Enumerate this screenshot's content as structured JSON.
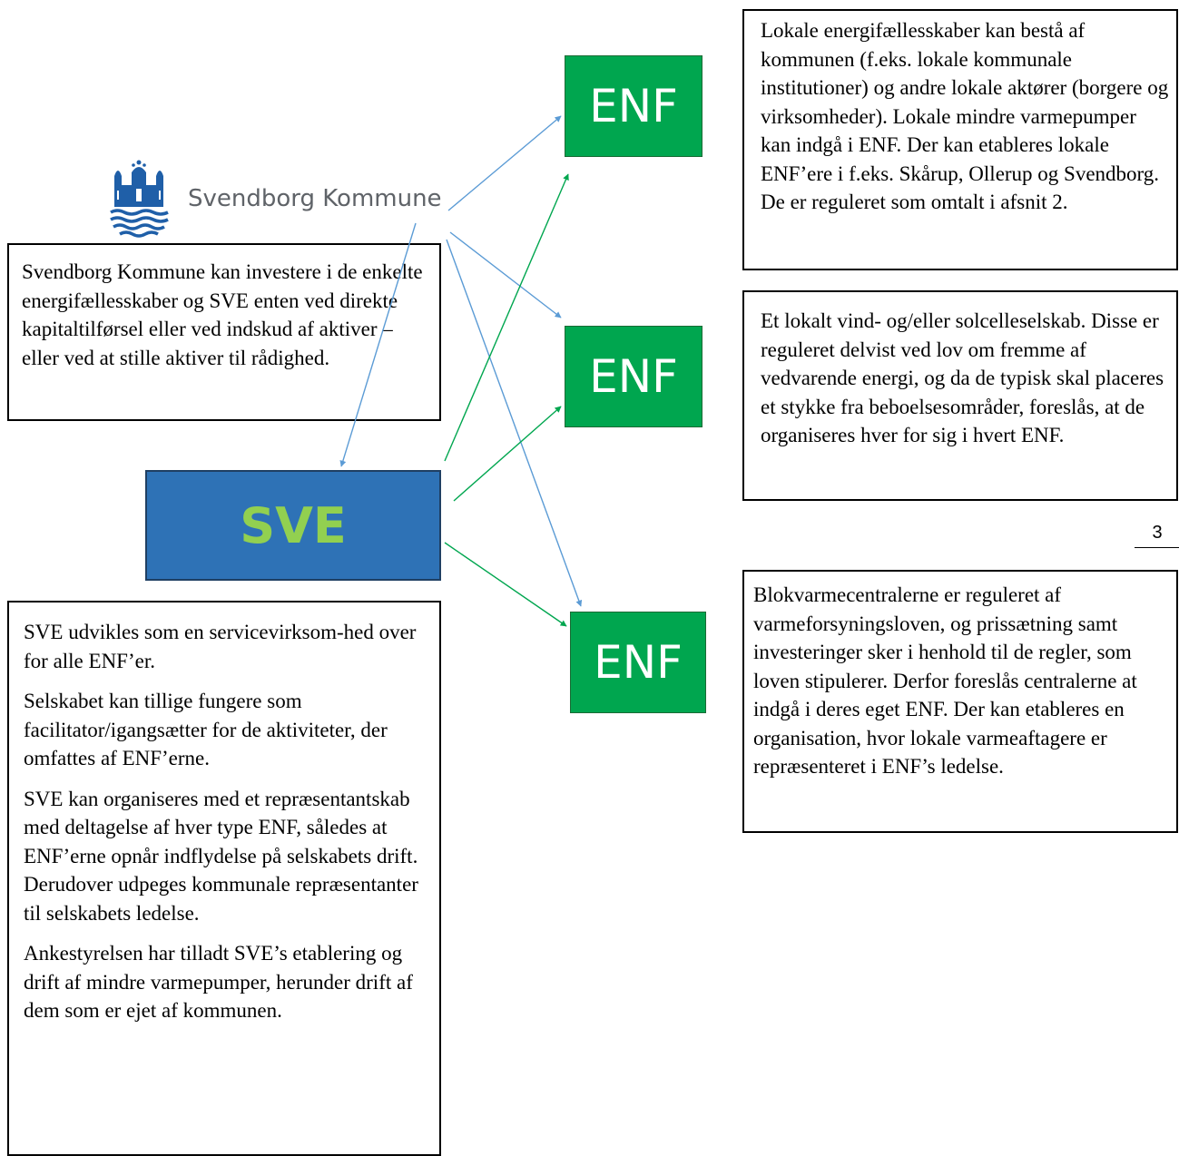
{
  "logo": {
    "name": "Svendborg Kommune",
    "icon": "svendborg-coat-of-arms"
  },
  "kommune_box": {
    "text": "Svendborg Kommune kan investere i de enkelte energifællesskaber og SVE enten ved direkte kapitaltilførsel eller ved indskud af aktiver – eller ved at stille aktiver til rådighed."
  },
  "sve": {
    "label": "SVE",
    "paragraphs": [
      "SVE udvikles som en servicevirksom-hed over for alle ENF’er.",
      "Selskabet kan tillige fungere som facilitator/igangsætter for de aktiviteter, der omfattes af ENF’erne.",
      "SVE kan organiseres med et repræsentantskab med deltagelse af hver type ENF, således at ENF’erne opnår indflydelse på selskabets drift. Derudover udpeges kommunale repræsentanter til selskabets ledelse.",
      "Ankestyrelsen har tilladt SVE’s etablering og drift af mindre varmepumper, herunder drift af dem som er ejet af kommunen."
    ]
  },
  "enf": [
    {
      "label": "ENF",
      "description": "Lokale energifællesskaber kan bestå af kommunen (f.eks. lokale kommunale institutioner) og andre lokale aktører (borgere og virksomheder). Lokale mindre varmepumper kan indgå i ENF. Der kan etableres lokale ENF’ere i f.eks. Skårup, Ollerup og Svendborg. De er reguleret som omtalt i afsnit 2."
    },
    {
      "label": "ENF",
      "description": "Et lokalt vind- og/eller solcelleselskab. Disse er reguleret delvist ved lov om fremme af vedvarende energi, og da de typisk skal placeres et stykke fra beboelsesområder, foreslås, at de organiseres hver for sig i hvert ENF."
    },
    {
      "label": "ENF",
      "description": "Blokvarmecentralerne er reguleret af varmeforsyningsloven, og prissætning samt investeringer sker i henhold til de regler, som loven stipulerer. Derfor foreslås centralerne at indgå i deres eget ENF. Der kan etableres en organisation, hvor lokale varmeaftagere er repræsenteret i ENF’s ledelse."
    }
  ],
  "page_number": "3",
  "colors": {
    "enf_fill": "#00a64f",
    "sve_fill": "#2e72b6",
    "sve_text": "#92d050",
    "blue_arrow": "#5b9bd5",
    "green_arrow": "#00a64f"
  }
}
